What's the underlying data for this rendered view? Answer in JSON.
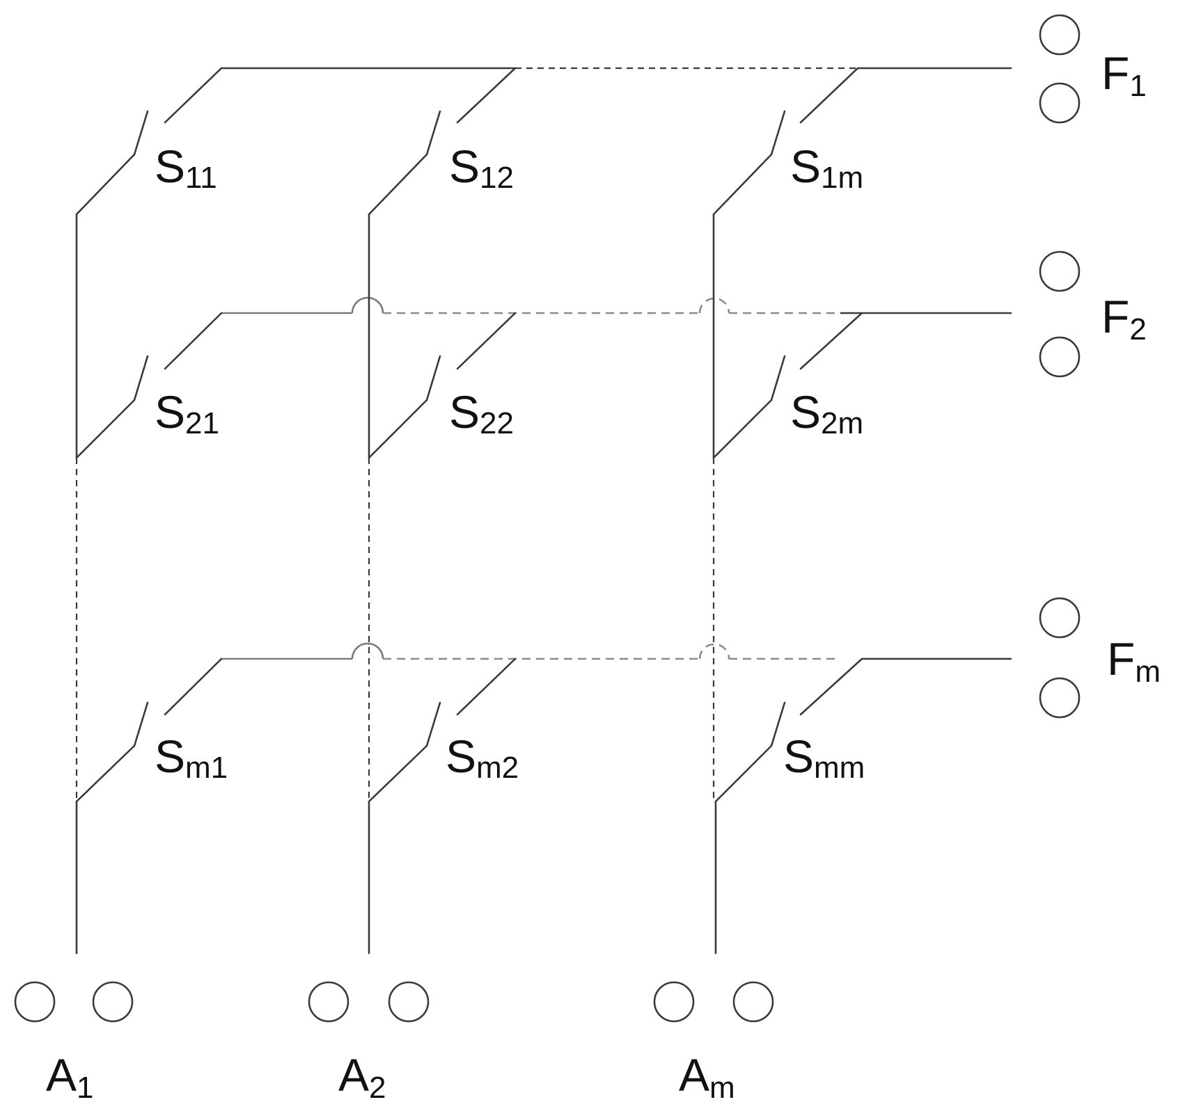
{
  "switches": [
    [
      {
        "main": "S",
        "sub": "11"
      },
      {
        "main": "S",
        "sub": "12"
      },
      {
        "main": "S",
        "sub": "1m"
      }
    ],
    [
      {
        "main": "S",
        "sub": "21"
      },
      {
        "main": "S",
        "sub": "22"
      },
      {
        "main": "S",
        "sub": "2m"
      }
    ],
    [
      {
        "main": "S",
        "sub": "m1"
      },
      {
        "main": "S",
        "sub": "m2"
      },
      {
        "main": "S",
        "sub": "mm"
      }
    ]
  ],
  "rows": [
    {
      "main": "F",
      "sub": "1"
    },
    {
      "main": "F",
      "sub": "2"
    },
    {
      "main": "F",
      "sub": "m"
    }
  ],
  "columns": [
    {
      "main": "A",
      "sub": "1"
    },
    {
      "main": "A",
      "sub": "2"
    },
    {
      "main": "A",
      "sub": "m"
    }
  ],
  "colors": {
    "line": "#3a3a3a",
    "crossing": "#8a8a8a",
    "text": "#111111"
  }
}
